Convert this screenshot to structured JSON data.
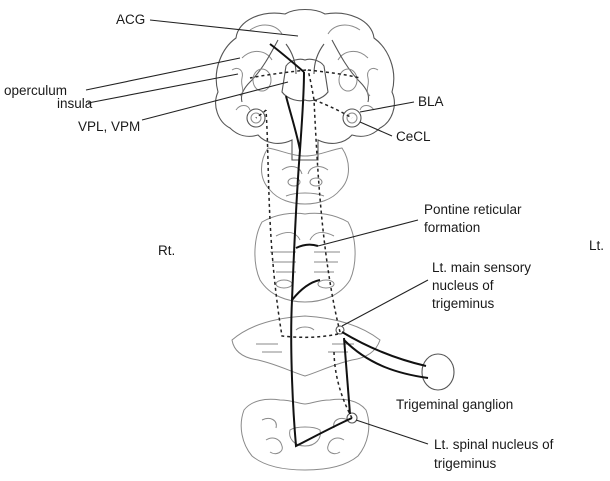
{
  "labels": {
    "acg": "ACG",
    "operculum": "operculum",
    "insula": "insula",
    "vpl_vpm": "VPL, VPM",
    "bla": "BLA",
    "cecl": "CeCL",
    "pontine_line1": "Pontine reticular",
    "pontine_line2": "formation",
    "right_side": "Rt.",
    "left_side": "Lt.",
    "main_sensory_line1": "Lt. main sensory",
    "main_sensory_line2": "nucleus of",
    "main_sensory_line3": "trigeminus",
    "trigeminal_ganglion": "Trigeminal ganglion",
    "spinal_line1": "Lt. spinal nucleus of",
    "spinal_line2": "trigeminus"
  }
}
